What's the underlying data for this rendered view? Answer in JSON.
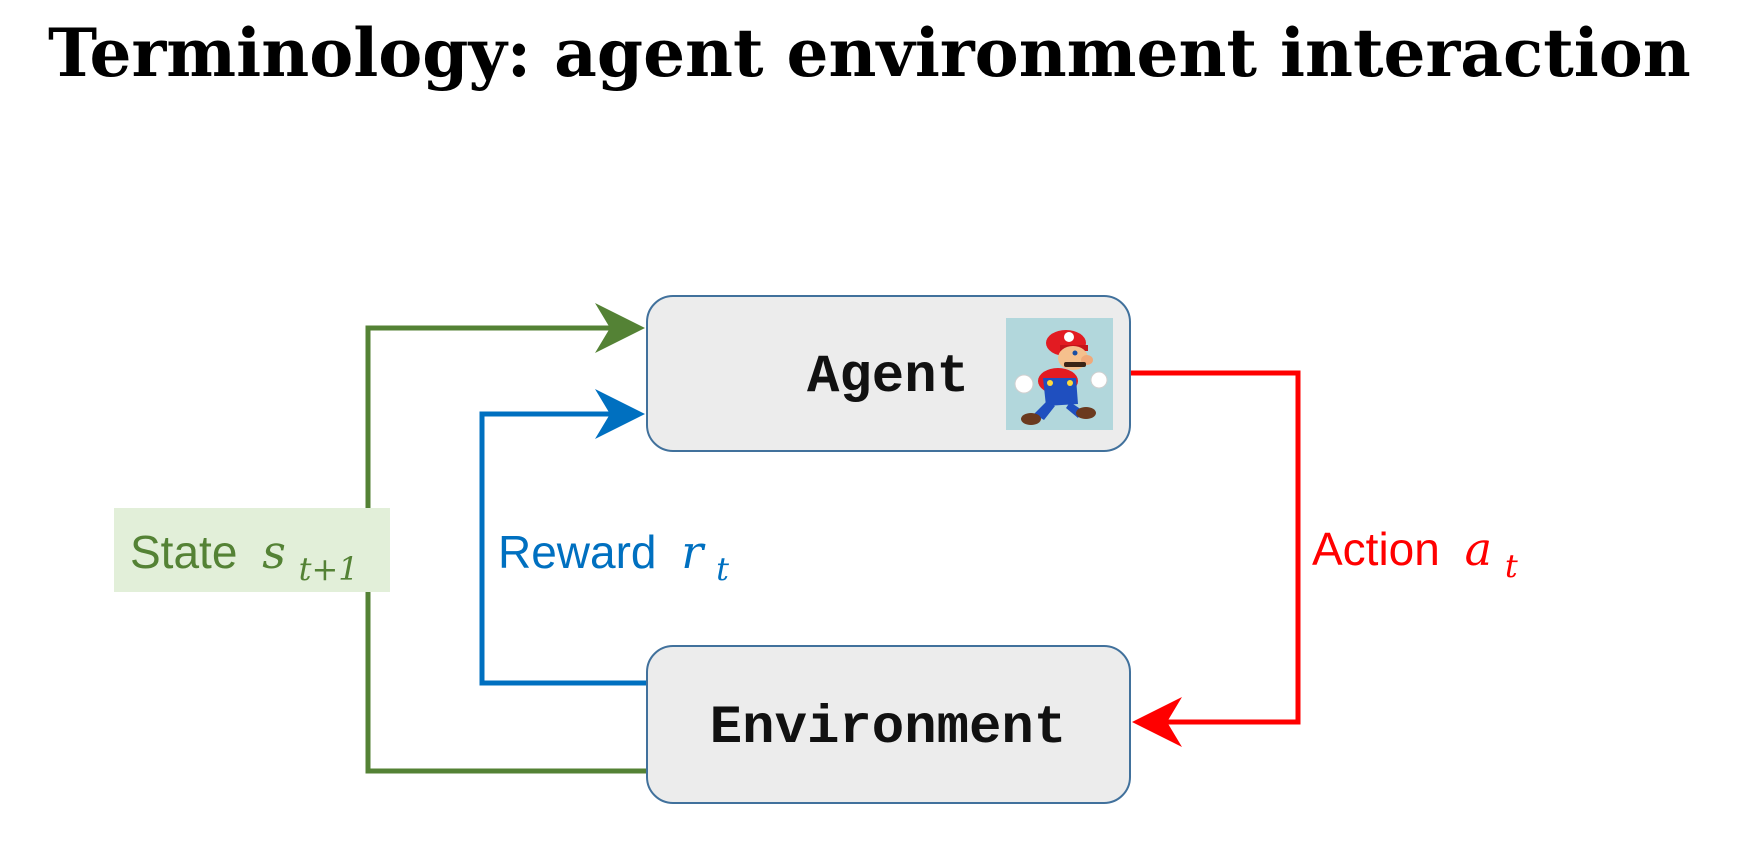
{
  "title": "Terminology: agent environment interaction",
  "diagram": {
    "nodes": {
      "agent": {
        "label": "Agent",
        "icon": "mario-character-icon"
      },
      "environment": {
        "label": "Environment"
      }
    },
    "edges": {
      "state": {
        "label": "State",
        "symbol": "s",
        "subscript": "t+1",
        "color": "#548235",
        "label_background": "#e2efd9"
      },
      "reward": {
        "label": "Reward",
        "symbol": "r",
        "subscript": "t",
        "color": "#0070c0"
      },
      "action": {
        "label": "Action",
        "symbol": "a",
        "subscript": "t",
        "color": "#ff0000"
      }
    },
    "colors": {
      "box_fill": "#ececec",
      "box_stroke": "#41719c"
    }
  }
}
